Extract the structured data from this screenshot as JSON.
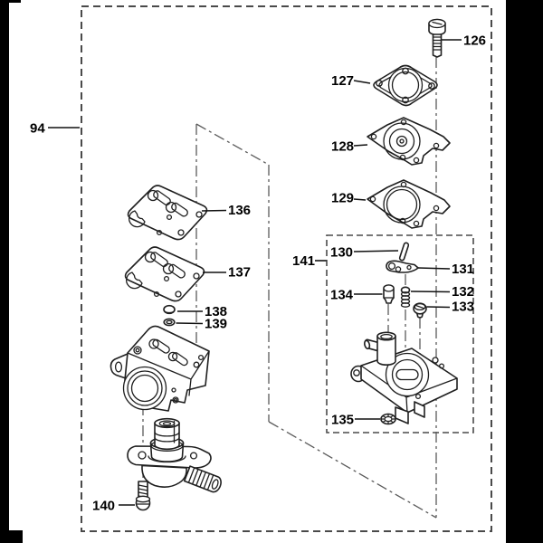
{
  "figure": {
    "background_color": "#ffffff",
    "page_edge_color": "#000000",
    "part_line_color": "#1f1f1f",
    "centerline_color": "#5a5a5a",
    "dashed_box_color": "#4a4a4a",
    "assembly_box_label": "94",
    "subassembly_box_label": "141",
    "callouts": {
      "c94": "94",
      "c126": "126",
      "c127": "127",
      "c128": "128",
      "c129": "129",
      "c130": "130",
      "c131": "131",
      "c132": "132",
      "c133": "133",
      "c134": "134",
      "c135": "135",
      "c136": "136",
      "c137": "137",
      "c138": "138",
      "c139": "139",
      "c140": "140",
      "c141": "141"
    }
  }
}
